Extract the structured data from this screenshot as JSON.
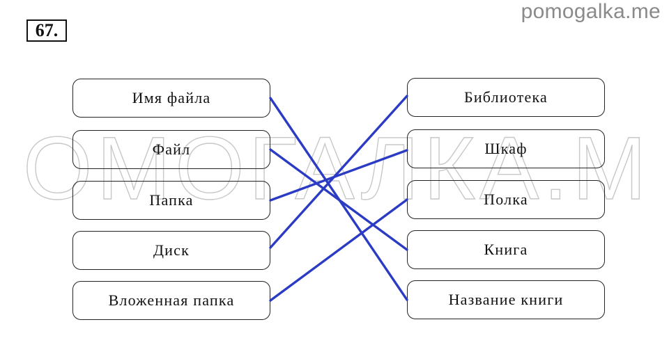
{
  "exercise": {
    "number": "67."
  },
  "site": {
    "name": "pomogalka.me"
  },
  "watermark": {
    "text": "ПОМОГАЛКА.МЕ"
  },
  "left_items": [
    "Имя файла",
    "Файл",
    "Папка",
    "Диск",
    "Вложенная папка"
  ],
  "right_items": [
    "Библиотека",
    "Шкаф",
    "Полка",
    "Книга",
    "Название книги"
  ],
  "matches": [
    {
      "from": "Имя файла",
      "to": "Название книги"
    },
    {
      "from": "Файл",
      "to": "Книга"
    },
    {
      "from": "Папка",
      "to": "Шкаф"
    },
    {
      "from": "Диск",
      "to": "Библиотека"
    },
    {
      "from": "Вложенная папка",
      "to": "Полка"
    }
  ],
  "colors": {
    "line": "#2b3bc4",
    "watermark": "#c8c8c8"
  }
}
